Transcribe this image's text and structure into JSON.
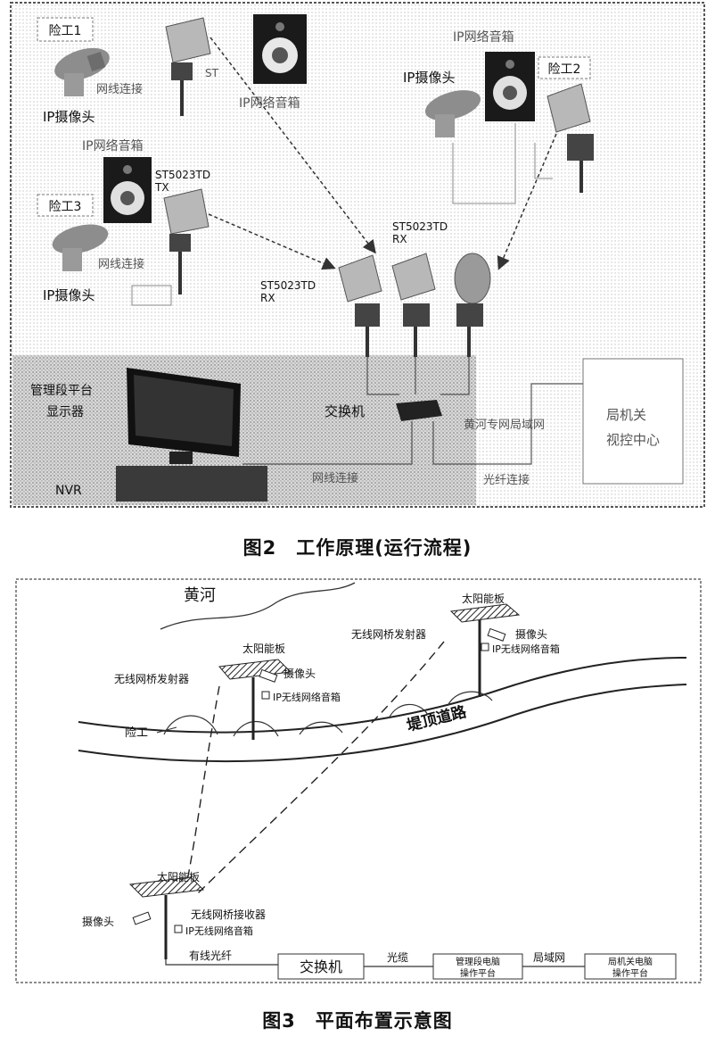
{
  "figure2": {
    "caption": "图2　工作原理(运行流程)",
    "labels": {
      "ip_camera_1": "IP摄像头",
      "ip_camera_2": "IP摄像头",
      "ip_camera_3": "IP摄像头",
      "ip_speaker_1": "IP网络音箱",
      "ip_speaker_2": "IP网络音箱",
      "ip_speaker_3": "IP网络音箱",
      "site_1": "险工1",
      "site_2": "险工2",
      "site_3": "险工3",
      "cable_1": "网线连接",
      "cable_2": "网线连接",
      "tx_model": "ST5023TD",
      "tx_suffix": "TX",
      "rx_model_1": "ST5023TD",
      "rx_suffix_1": "RX",
      "rx_model_2": "ST5023TD",
      "rx_suffix_2": "RX",
      "mgmt_platform": "管理段平台",
      "monitor": "显示器",
      "nvr": "NVR",
      "switch": "交换机",
      "wan": "黄河专网局域网",
      "bureau": "局机关",
      "center": "视控中心",
      "network_cable": "网线连接",
      "fiber": "光纤连接"
    }
  },
  "figure3": {
    "caption": "图3　平面布置示意图",
    "labels": {
      "river": "黄河",
      "solar_left": "太阳能板",
      "solar_right": "太阳能板",
      "solar_bottom": "太阳能板",
      "camera_left": "摄像头",
      "camera_right": "摄像头",
      "camera_bottom": "摄像头",
      "transmitter_left": "无线网桥发射器",
      "transmitter_right": "无线网桥发射器",
      "speaker_left": "IP无线网络音箱",
      "speaker_right": "IP无线网络音箱",
      "speaker_bottom": "IP无线网络音箱",
      "receiver": "无线网桥接收器",
      "site": "险工",
      "dike_road": "堤顶道路",
      "wired_fiber": "有线光纤",
      "switch": "交换机",
      "fiber": "光缆",
      "mgmt_computer_1": "管理段电脑",
      "mgmt_computer_2": "操作平台",
      "lan": "局域网",
      "bureau_computer_1": "局机关电脑",
      "bureau_computer_2": "操作平台"
    }
  }
}
